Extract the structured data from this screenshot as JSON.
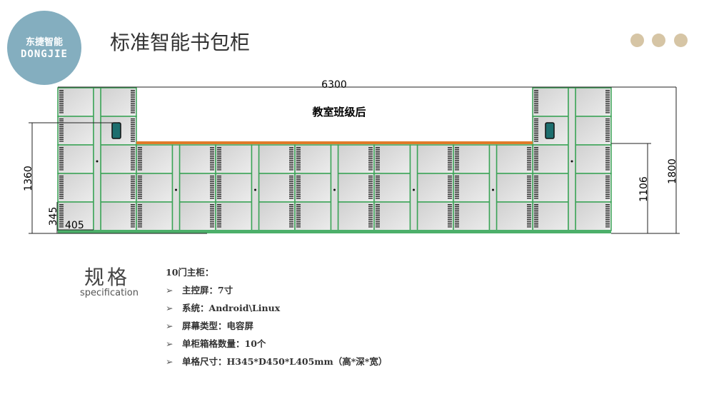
{
  "logo": {
    "cn": "东捷智能",
    "en": "DONGJIE",
    "color": "#84aebf"
  },
  "title": "标准智能书包柜",
  "dims": {
    "width": "6300",
    "height_total": "1800",
    "height_low": "1106",
    "height_left": "1360",
    "cell_h": "345",
    "cell_w": "405"
  },
  "drawing_label": "教室班级后",
  "colors": {
    "accent_dot": "#d6c5a5",
    "cabinet_line": "#3aa356",
    "top_strip": "#e07b2a"
  },
  "spec": {
    "heading": "规格",
    "heading_en": "specification",
    "intro": "10门主柜：",
    "items": [
      {
        "icon": "arrow-right-icon",
        "text": "主控屏：7寸"
      },
      {
        "icon": "arrow-right-icon",
        "text": "系统：Android\\Linux"
      },
      {
        "icon": "arrow-right-icon",
        "text": "屏幕类型：电容屏"
      },
      {
        "icon": "arrow-right-icon",
        "text": "单柜箱格数量：10个"
      },
      {
        "icon": "arrow-right-icon",
        "text": "单格尺寸：H345*D450*L405mm（高*深*宽）"
      }
    ],
    "bullet": "➢"
  }
}
